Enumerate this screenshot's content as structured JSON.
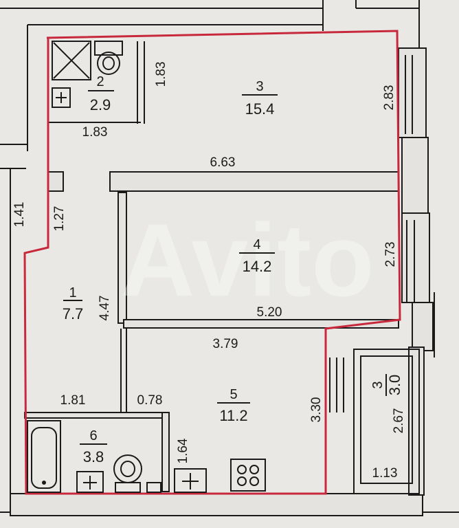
{
  "rooms": [
    {
      "number": "1",
      "area": "7.7"
    },
    {
      "number": "2",
      "area": "2.9"
    },
    {
      "number": "3",
      "area": "15.4"
    },
    {
      "number": "4",
      "area": "14.2"
    },
    {
      "number": "5",
      "area": "11.2"
    },
    {
      "number": "6",
      "area": "3.8"
    },
    {
      "number": "3",
      "area": "3.0"
    }
  ],
  "dimensions": {
    "d_183_v": "1.83",
    "d_183_h": "1.83",
    "d_283": "2.83",
    "d_663": "6.63",
    "d_141": "1.41",
    "d_127": "1.27",
    "d_273": "2.73",
    "d_447": "4.47",
    "d_520": "5.20",
    "d_379": "3.79",
    "d_181": "1.81",
    "d_078": "0.78",
    "d_330": "3.30",
    "d_164": "1.64",
    "d_267": "2.67",
    "d_113": "1.13"
  },
  "watermark": "Avito",
  "colors": {
    "outline": "#c8283c",
    "wall": "#1a1a1a",
    "wallFill": "#e4e3df",
    "paper": "#e9e8e4"
  }
}
